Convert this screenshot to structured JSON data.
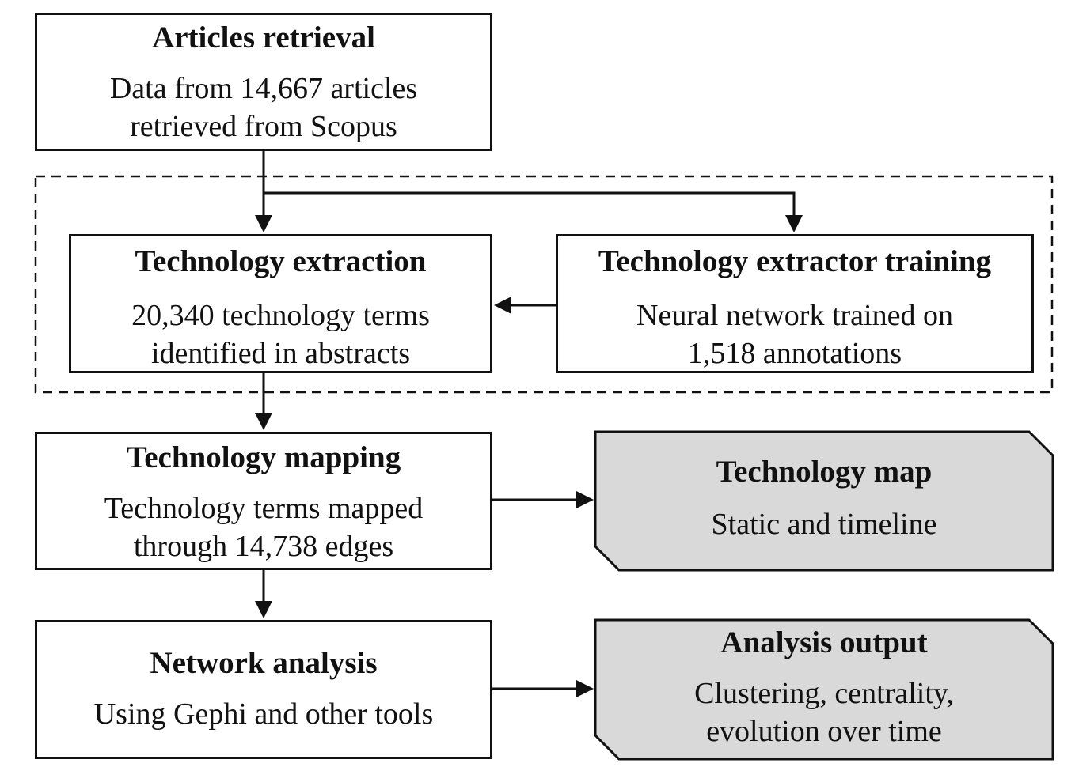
{
  "articles_retrieval": {
    "title": "Articles retrieval",
    "line1": "Data from 14,667 articles",
    "line2": "retrieved from Scopus"
  },
  "technology_extraction": {
    "title": "Technology extraction",
    "line1": "20,340 technology terms",
    "line2": "identified in abstracts"
  },
  "extractor_training": {
    "title": "Technology extractor training",
    "line1": "Neural network trained on",
    "line2": "1,518 annotations"
  },
  "technology_mapping": {
    "title": "Technology mapping",
    "line1": "Technology terms mapped",
    "line2": "through 14,738 edges"
  },
  "network_analysis": {
    "title": "Network analysis",
    "line1": "Using Gephi and other tools"
  },
  "technology_map": {
    "title": "Technology map",
    "line1": "Static and timeline"
  },
  "analysis_output": {
    "title": "Analysis output",
    "line1": "Clustering, centrality,",
    "line2": "evolution over time"
  },
  "colors": {
    "line": "#111111",
    "box_fill": "#ffffff",
    "output_fill": "#d9d9d9"
  }
}
